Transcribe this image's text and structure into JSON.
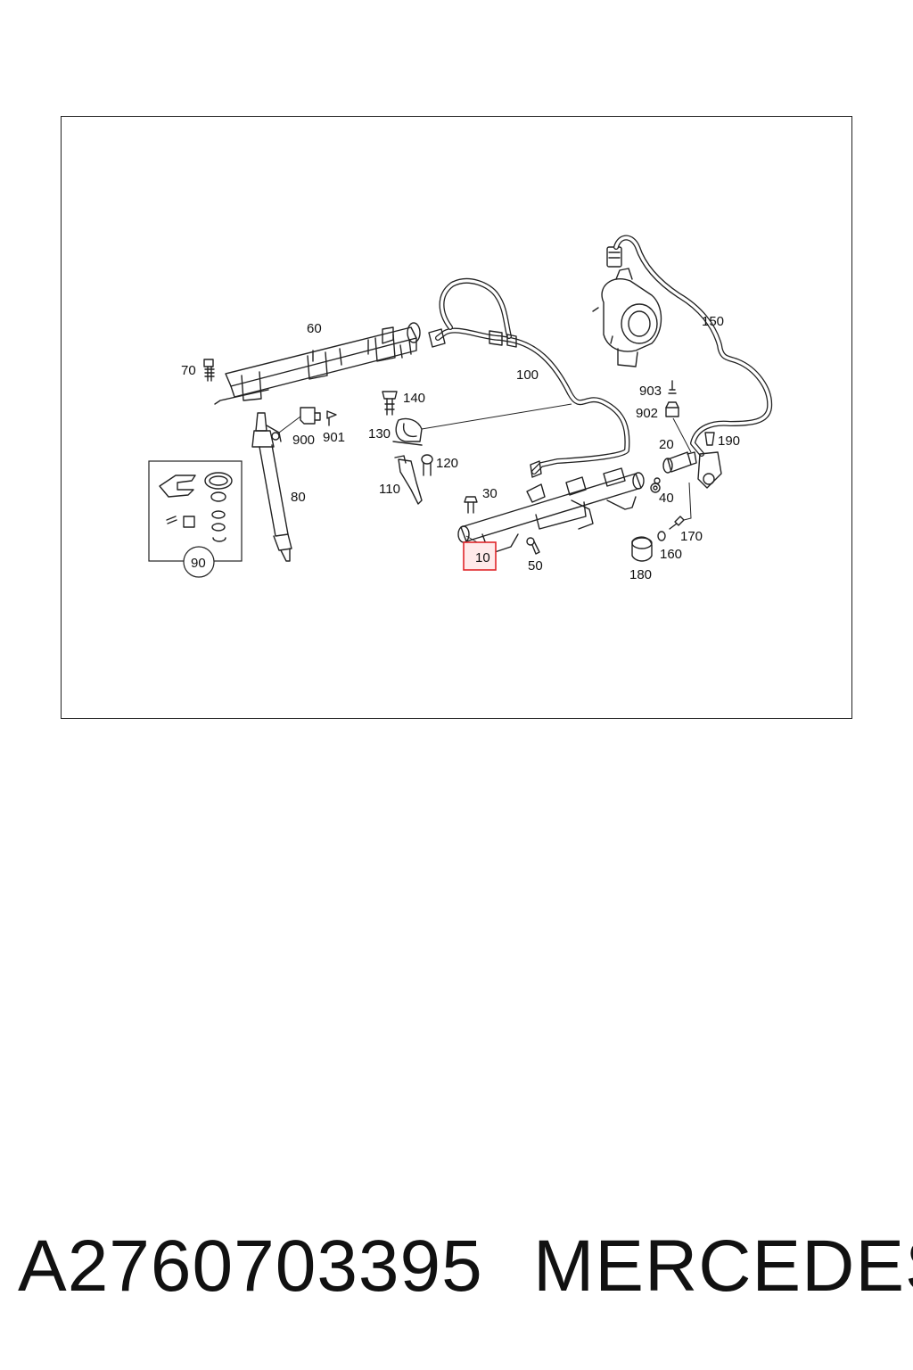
{
  "diagram": {
    "callouts": {
      "c10": "10",
      "c20": "20",
      "c30": "30",
      "c40": "40",
      "c50": "50",
      "c60": "60",
      "c70": "70",
      "c80": "80",
      "c90": "90",
      "c100": "100",
      "c110": "110",
      "c120": "120",
      "c130": "130",
      "c140": "140",
      "c150": "150",
      "c160": "160",
      "c170": "170",
      "c180": "180",
      "c190": "190",
      "c900": "900",
      "c901": "901",
      "c902": "902",
      "c903": "903"
    },
    "highlighted_callout": "10",
    "highlight_color": "#e0262a"
  },
  "footer": {
    "part_number": "A2760703395",
    "brand": "MERCEDES"
  }
}
